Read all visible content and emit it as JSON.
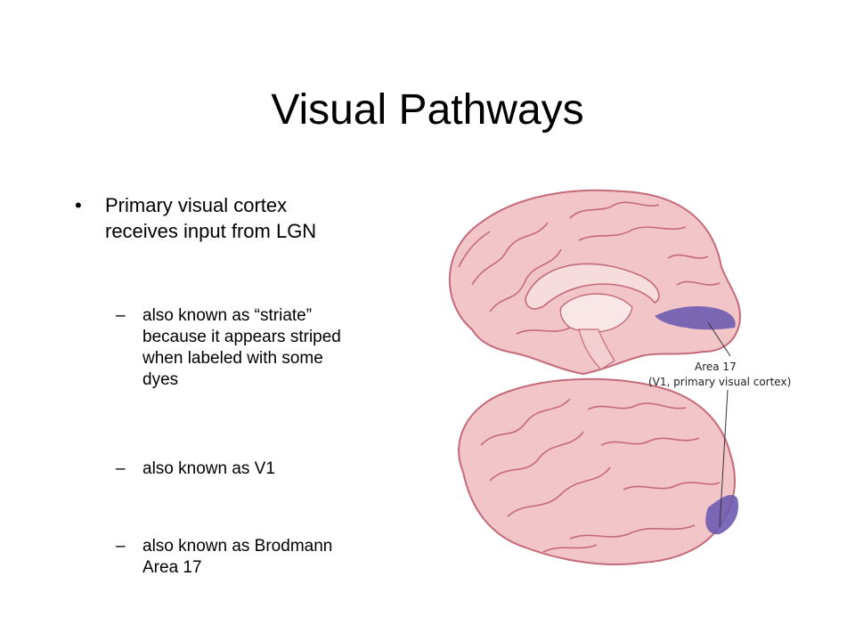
{
  "slide": {
    "title": "Visual Pathways",
    "bullet": {
      "line1": "Primary visual cortex",
      "line2": "receives input from LGN"
    },
    "sub_bullets": [
      {
        "lines": [
          "also known as “striate”",
          "because it appears striped",
          "when labeled with some",
          "dyes"
        ]
      },
      {
        "lines": [
          "also known as V1"
        ]
      },
      {
        "lines": [
          "also known as Brodmann",
          "Area 17"
        ]
      }
    ],
    "bullet_marker": "•",
    "sub_marker": "–"
  },
  "figure": {
    "label_line1": "Area 17",
    "label_line2": "(V1, primary visual cortex)",
    "colors": {
      "cortex_pink": "#f2c6c8",
      "gyri_line": "#c46a78",
      "highlight_purple": "#6e5bb0",
      "leader_line": "#333333"
    }
  }
}
